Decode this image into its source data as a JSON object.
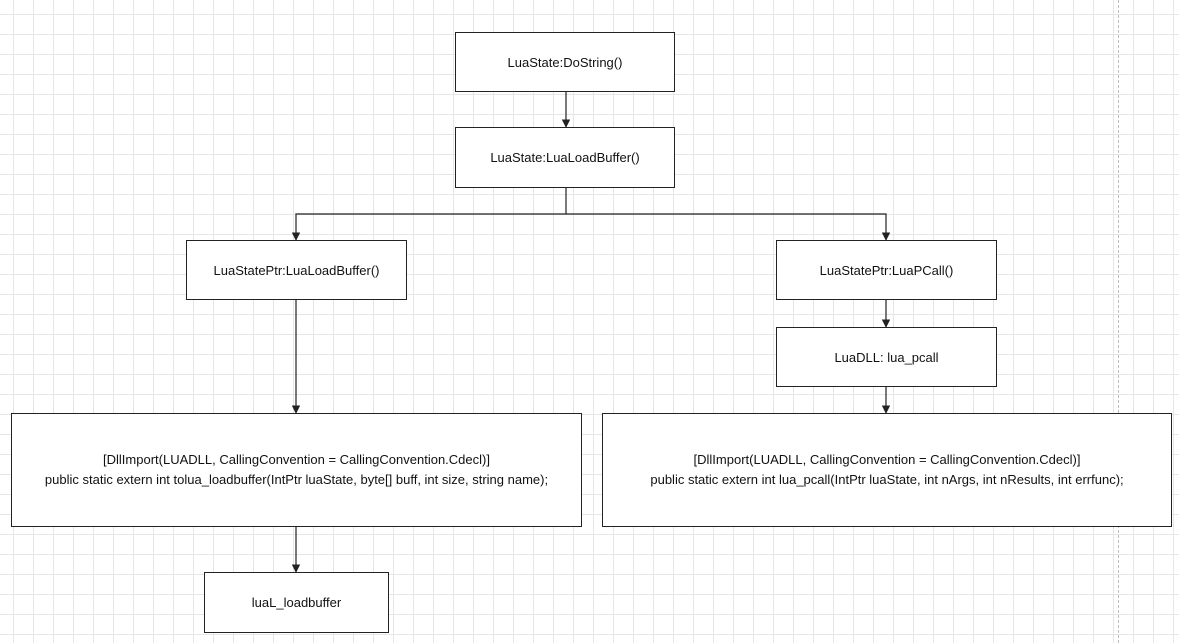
{
  "diagram": {
    "nodes": {
      "dostring": "LuaState:DoString()",
      "state_loadbuffer": "LuaState:LuaLoadBuffer()",
      "ptr_loadbuffer": "LuaStatePtr:LuaLoadBuffer()",
      "ptr_pcall": "LuaStatePtr:LuaPCall()",
      "dll_pcall": "LuaDLL: lua_pcall",
      "import_loadbuffer": {
        "line1": "[DllImport(LUADLL, CallingConvention = CallingConvention.Cdecl)]",
        "line2": "public static extern int tolua_loadbuffer(IntPtr luaState, byte[] buff, int size, string name);"
      },
      "import_pcall": {
        "line1": "[DllImport(LUADLL, CallingConvention = CallingConvention.Cdecl)]",
        "line2": "public static extern int lua_pcall(IntPtr luaState, int nArgs, int nResults, int errfunc);"
      },
      "lual_loadbuffer": "luaL_loadbuffer"
    },
    "edges": [
      {
        "from": "dostring",
        "to": "state_loadbuffer"
      },
      {
        "from": "state_loadbuffer",
        "to": "ptr_loadbuffer"
      },
      {
        "from": "state_loadbuffer",
        "to": "ptr_pcall"
      },
      {
        "from": "ptr_pcall",
        "to": "dll_pcall"
      },
      {
        "from": "ptr_loadbuffer",
        "to": "import_loadbuffer"
      },
      {
        "from": "dll_pcall",
        "to": "import_pcall"
      },
      {
        "from": "import_loadbuffer",
        "to": "lual_loadbuffer"
      }
    ],
    "colors": {
      "stroke": "#222222",
      "grid": "#e6e6e6",
      "background": "#ffffff"
    }
  }
}
